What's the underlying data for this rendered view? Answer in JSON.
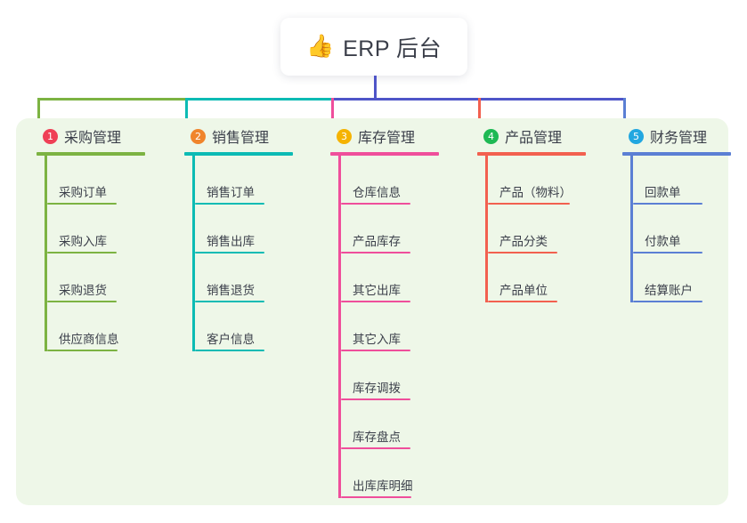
{
  "root": {
    "icon": "thumbs-up-icon",
    "emoji": "👍",
    "title": "ERP 后台"
  },
  "colors": {
    "panel_bg": "#eef7e8",
    "page_bg": "#ffffff",
    "root_connector": "#4f55c8",
    "text": "#3b3f4a"
  },
  "columns": [
    {
      "number": "1",
      "title": "采购管理",
      "badge_color": "#ef4056",
      "line_color": "#7cb342",
      "items": [
        {
          "label": "采购订单"
        },
        {
          "label": "采购入库"
        },
        {
          "label": "采购退货"
        },
        {
          "label": "供应商信息"
        }
      ]
    },
    {
      "number": "2",
      "title": "销售管理",
      "badge_color": "#f0852c",
      "line_color": "#0cbbb4",
      "items": [
        {
          "label": "销售订单"
        },
        {
          "label": "销售出库"
        },
        {
          "label": "销售退货"
        },
        {
          "label": "客户信息"
        }
      ]
    },
    {
      "number": "3",
      "title": "库存管理",
      "badge_color": "#f5b301",
      "line_color": "#ef4e9b",
      "items": [
        {
          "label": "仓库信息"
        },
        {
          "label": "产品库存"
        },
        {
          "label": "其它出库"
        },
        {
          "label": "其它入库"
        },
        {
          "label": "库存调拨"
        },
        {
          "label": "库存盘点"
        },
        {
          "label": "出库库明细"
        }
      ]
    },
    {
      "number": "4",
      "title": "产品管理",
      "badge_color": "#1eb954",
      "line_color": "#f2604f",
      "items": [
        {
          "label": "产品（物料）"
        },
        {
          "label": "产品分类"
        },
        {
          "label": "产品单位"
        }
      ]
    },
    {
      "number": "5",
      "title": "财务管理",
      "badge_color": "#22a7e0",
      "line_color": "#5b7fd4",
      "items": [
        {
          "label": "回款单"
        },
        {
          "label": "付款单"
        },
        {
          "label": "结算账户"
        }
      ]
    }
  ]
}
